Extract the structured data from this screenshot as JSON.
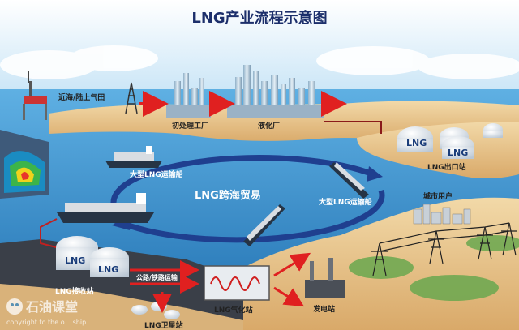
{
  "title": "LNG产业流程示意图",
  "labels": {
    "offshore": "近海/陆上气田",
    "pretreatment": "初处理工厂",
    "liquefaction": "液化厂",
    "export": "LNG出口站",
    "ship_top": "大型LNG运输船",
    "ship_right": "大型LNG运输船",
    "trade": "LNG跨海贸易",
    "city": "城市用户",
    "receiving": "LNG接收站",
    "gasification": "LNG气化站",
    "satellite": "LNG卫星站",
    "power": "发电站",
    "transport": "公路/铁路运输"
  },
  "tank_text": "LNG",
  "watermark": {
    "brand": "石油课堂",
    "sub": "copyright to the o... ship"
  },
  "colors": {
    "sky": "#bfe0f5",
    "sea": "#2f86c6",
    "land": "#e7c48a",
    "arrow_red": "#e02020",
    "cycle_blue": "#1f3f8f"
  }
}
